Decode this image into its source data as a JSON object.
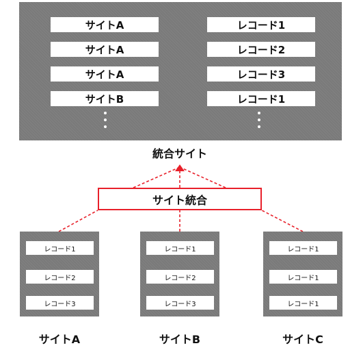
{
  "integrated": {
    "label": "統合サイト",
    "left_column": [
      "サイトA",
      "サイトA",
      "サイトA",
      "サイトB"
    ],
    "right_column": [
      "レコード1",
      "レコード2",
      "レコード3",
      "レコード1"
    ]
  },
  "merge": {
    "label": "サイト統合"
  },
  "sources": [
    {
      "label": "サイトA",
      "records": [
        "レコード1",
        "レコード2",
        "レコード3"
      ]
    },
    {
      "label": "サイトB",
      "records": [
        "レコード1",
        "レコード2",
        "レコード3"
      ]
    },
    {
      "label": "サイトC",
      "records": [
        "レコード1",
        "レコード1",
        "レコード1"
      ]
    }
  ],
  "colors": {
    "panel": "#7a7a7a",
    "accent": "#e8202a"
  }
}
